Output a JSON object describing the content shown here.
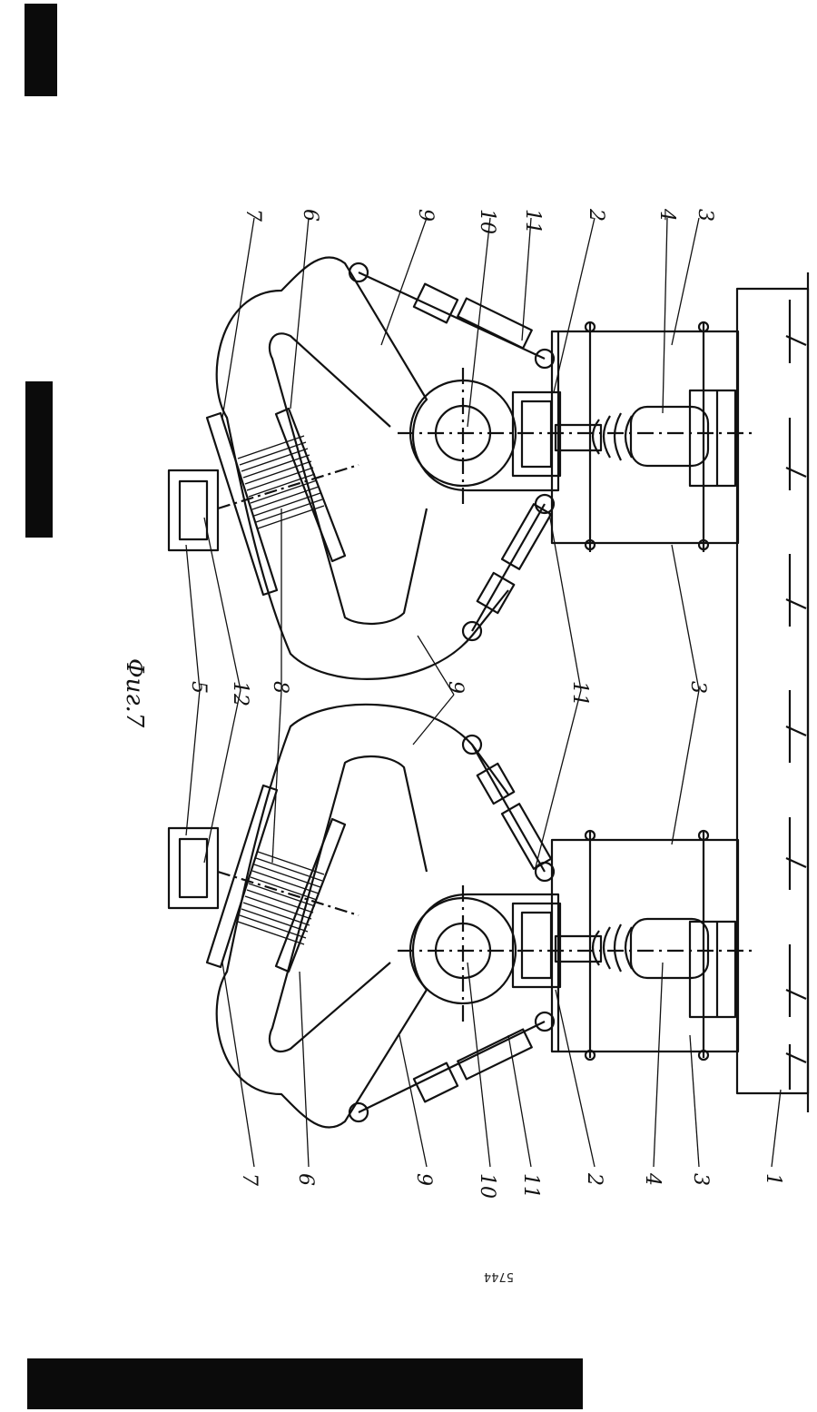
{
  "figure": {
    "caption": "Фиг.7",
    "page_number": "5744"
  },
  "labels": {
    "l1": "1",
    "l2a": "2",
    "l2b": "2",
    "l3a": "3",
    "l3b": "3",
    "l3c": "3",
    "l4a": "4",
    "l4b": "4",
    "l5": "5",
    "l6a": "6",
    "l6b": "6",
    "l6c": "6",
    "l7a": "7",
    "l7b": "7",
    "l8": "8",
    "l9a": "9",
    "l9b": "9",
    "l9c": "9",
    "l9d": "9",
    "l10a": "10",
    "l10b": "10",
    "l11a": "11",
    "l11b": "11",
    "l11c": "11",
    "l12": "12"
  },
  "colors": {
    "ink": "#111111",
    "paper": "#ffffff"
  }
}
